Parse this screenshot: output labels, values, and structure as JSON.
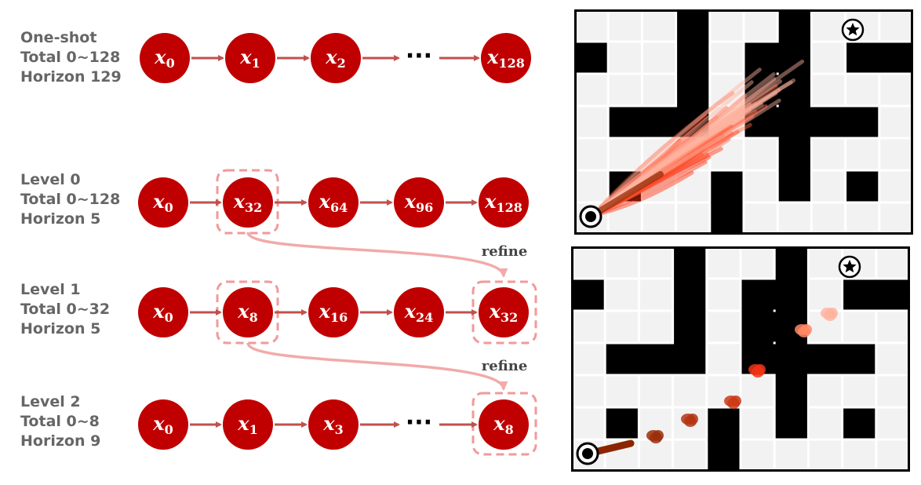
{
  "rows": [
    {
      "lines": [
        "One-shot",
        "Total 0~128",
        "Horizon 129"
      ],
      "nodes": [
        {
          "base": "x",
          "sub": "0"
        },
        {
          "base": "x",
          "sub": "1"
        },
        {
          "base": "x",
          "sub": "2"
        },
        {
          "ellipsis": "···"
        },
        {
          "base": "x",
          "sub": "128"
        }
      ]
    },
    {
      "lines": [
        "Level 0",
        "Total 0~128",
        "Horizon 5"
      ],
      "nodes": [
        {
          "base": "x",
          "sub": "0"
        },
        {
          "base": "x",
          "sub": "32"
        },
        {
          "base": "x",
          "sub": "64"
        },
        {
          "base": "x",
          "sub": "96"
        },
        {
          "base": "x",
          "sub": "128"
        }
      ]
    },
    {
      "lines": [
        "Level 1",
        "Total 0~32",
        "Horizon 5"
      ],
      "nodes": [
        {
          "base": "x",
          "sub": "0"
        },
        {
          "base": "x",
          "sub": "8"
        },
        {
          "base": "x",
          "sub": "16"
        },
        {
          "base": "x",
          "sub": "24"
        },
        {
          "base": "x",
          "sub": "32"
        }
      ]
    },
    {
      "lines": [
        "Level 2",
        "Total 0~8",
        "Horizon 9"
      ],
      "nodes": [
        {
          "base": "x",
          "sub": "0"
        },
        {
          "base": "x",
          "sub": "1"
        },
        {
          "base": "x",
          "sub": "3"
        },
        {
          "ellipsis": "···"
        },
        {
          "base": "x",
          "sub": "8"
        }
      ]
    }
  ],
  "refine_label": "refine",
  "colors": {
    "node_fill": "#c00000",
    "arrow": "#c0504d",
    "highlight_dash": "#f19a9a",
    "refine_curve": "#f2aaaa",
    "label_text": "#666666",
    "maze_wall": "#000000",
    "maze_floor": "#f2f2f2",
    "trajectory_dark": "#8b2500",
    "trajectory_bright": "#ff3010",
    "trajectory_light": "#ffb4a0"
  },
  "maze_panels": [
    {
      "start_icon": "bullseye-start-icon",
      "goal_icon": "star-goal-icon",
      "trajectory": "dense-fan"
    },
    {
      "start_icon": "bullseye-start-icon",
      "goal_icon": "star-goal-icon",
      "trajectory": "sparse-waypoints"
    }
  ]
}
